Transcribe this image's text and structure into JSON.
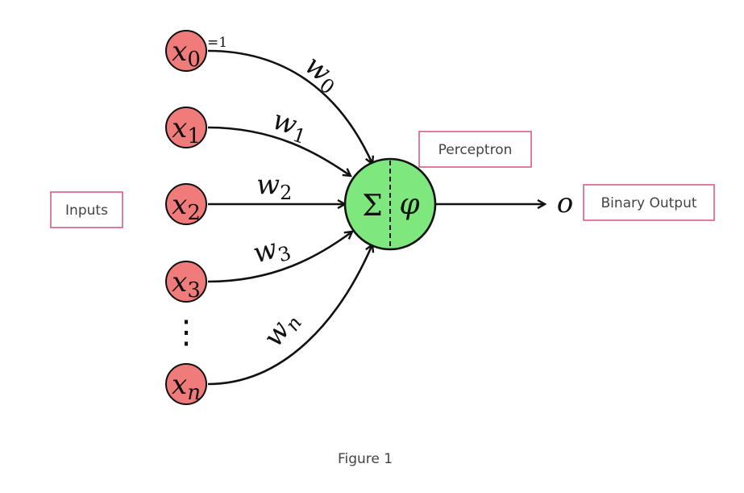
{
  "colors": {
    "input_fill": "#f07b7b",
    "neuron_fill": "#7ee87e",
    "box_border": "#d95b86",
    "stroke": "#111111"
  },
  "inputs": [
    {
      "symbol": "x",
      "subscript": "0",
      "annotation": "=1"
    },
    {
      "symbol": "x",
      "subscript": "1",
      "annotation": ""
    },
    {
      "symbol": "x",
      "subscript": "2",
      "annotation": ""
    },
    {
      "symbol": "x",
      "subscript": "3",
      "annotation": ""
    },
    {
      "symbol": "x",
      "subscript": "n",
      "annotation": ""
    }
  ],
  "ellipsis": "⋮",
  "weights": [
    {
      "symbol": "w",
      "subscript": "0"
    },
    {
      "symbol": "w",
      "subscript": "1"
    },
    {
      "symbol": "w",
      "subscript": "2"
    },
    {
      "symbol": "w",
      "subscript": "3"
    },
    {
      "symbol": "w",
      "subscript": "n"
    }
  ],
  "neuron": {
    "sum_symbol": "Σ",
    "activation_symbol": "φ"
  },
  "output_symbol": "o",
  "labels": {
    "inputs": "Inputs",
    "perceptron": "Perceptron",
    "output": "Binary Output"
  },
  "caption": "Figure 1"
}
